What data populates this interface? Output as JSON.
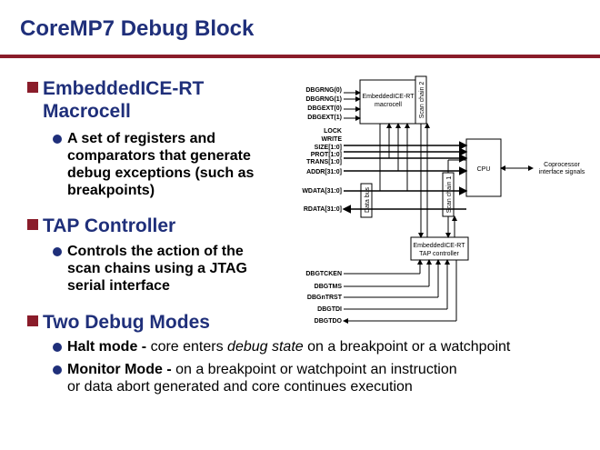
{
  "title": "CoreMP7 Debug Block",
  "sections": [
    {
      "heading_l1": "EmbeddedICE-RT",
      "heading_l2": "Macrocell",
      "bullet": [
        "A set of registers and",
        "comparators that generate",
        "debug exceptions (such as",
        "breakpoints)"
      ]
    },
    {
      "heading": "TAP Controller",
      "bullet": [
        "Controls the action of the",
        "scan chains using a JTAG",
        "serial interface"
      ]
    },
    {
      "heading": "Two Debug Modes",
      "halt": {
        "bold": "Halt mode - ",
        "pre": "core enters ",
        "ital": "debug state",
        "post": " on a breakpoint or a watchpoint"
      },
      "monitor": {
        "bold": "Monitor Mode - ",
        "l1": "on a breakpoint or watchpoint an instruction",
        "l2": "or data abort generated and core continues execution"
      }
    }
  ],
  "diagram": {
    "ice_block": [
      "EmbeddedICE-RT",
      "macrocell"
    ],
    "tap_block": [
      "EmbeddedICE-RT",
      "TAP controller"
    ],
    "cpu": "CPU",
    "coproc": [
      "Coprocessor",
      "interface signals"
    ],
    "scan_chain_2": "Scan chain 2",
    "scan_chain_1": "Scan chain 1",
    "data_bus": "Data bus",
    "signals_top": [
      "DBGRNG(0)",
      "DBGRNG(1)",
      "DBGEXT(0)",
      "DBGEXT(1)"
    ],
    "signals_mid": [
      "LOCK",
      "WRITE",
      "SIZE[1:0]",
      "PROT[1:0]",
      "TRANS[1:0]",
      "ADDR[31:0]"
    ],
    "signals_data": [
      "WDATA[31:0]",
      "RDATA[31:0]"
    ],
    "signals_jtag": [
      "DBGTCKEN",
      "DBGTMS",
      "DBGnTRST",
      "DBGTDI",
      "DBGTDO"
    ]
  }
}
